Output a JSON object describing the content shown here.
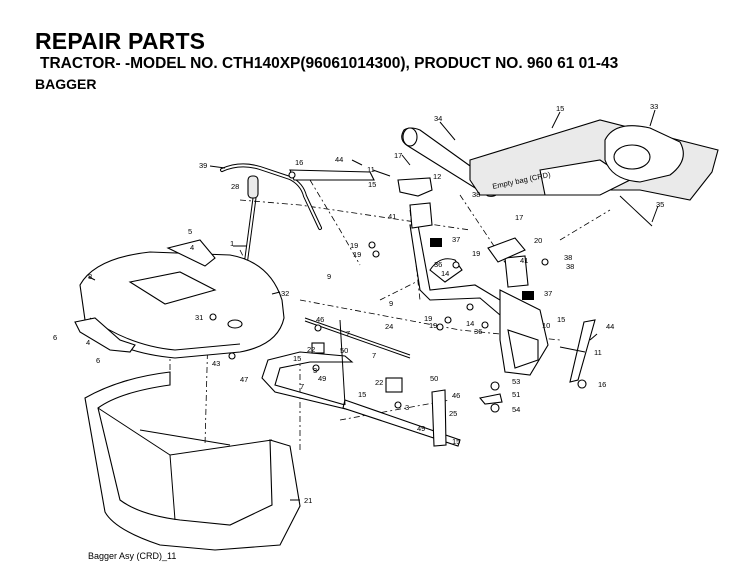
{
  "header": {
    "title": "REPAIR PARTS",
    "subtitle": "TRACTOR- -MODEL NO. CTH140XP(96061014300), PRODUCT NO. 960 61 01-43",
    "section": "BAGGER"
  },
  "footer": {
    "caption": "Bagger Asy (CRD)_11"
  },
  "diagram": {
    "decal_text": "Empty bag (CRD)",
    "part_labels": [
      "15",
      "33",
      "34",
      "39",
      "16",
      "44",
      "17",
      "11",
      "15",
      "12",
      "28",
      "38",
      "41",
      "35",
      "5",
      "4",
      "1",
      "19",
      "19",
      "37",
      "17",
      "19",
      "20",
      "8",
      "9",
      "36",
      "14",
      "41",
      "38",
      "38",
      "32",
      "9",
      "37",
      "6",
      "31",
      "19",
      "19",
      "14",
      "36",
      "10",
      "15",
      "44",
      "46",
      "24",
      "4",
      "22",
      "50",
      "7",
      "7",
      "43",
      "15",
      "3",
      "6",
      "11",
      "47",
      "7",
      "49",
      "22",
      "50",
      "53",
      "46",
      "51",
      "54",
      "16",
      "15",
      "3",
      "25",
      "49",
      "15",
      "21"
    ]
  }
}
